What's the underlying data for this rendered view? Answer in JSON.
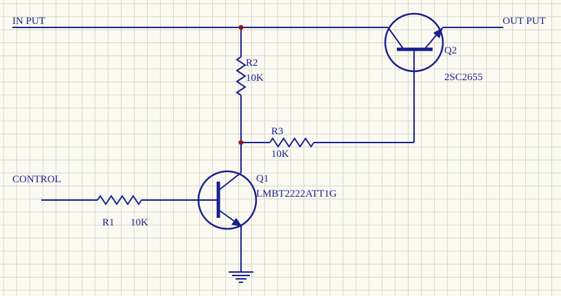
{
  "net_labels": {
    "input": "IN PUT",
    "output": "OUT PUT",
    "control": "CONTROL"
  },
  "components": {
    "r1": {
      "ref": "R1",
      "value": "10K"
    },
    "r2": {
      "ref": "R2",
      "value": "10K"
    },
    "r3": {
      "ref": "R3",
      "value": "10K"
    },
    "q1": {
      "ref": "Q1",
      "part": "LMBT2222ATT1G"
    },
    "q2": {
      "ref": "Q2",
      "part": "2SC2655"
    }
  },
  "colors": {
    "wire": "#1a1f8c",
    "junction": "#8b1a1a",
    "grid": "#d9d8c8",
    "background": "#fafaf3"
  }
}
